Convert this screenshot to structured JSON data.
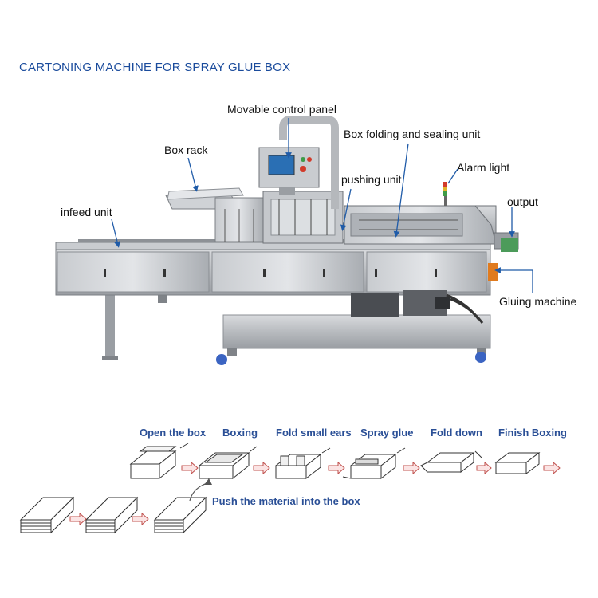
{
  "title": "CARTONING MACHINE FOR SPRAY GLUE BOX",
  "callouts": {
    "control_panel": "Movable control panel",
    "box_rack": "Box rack",
    "folding_unit": "Box folding and sealing unit",
    "alarm_light": "Alarm light",
    "pushing_unit": "pushing unit",
    "infeed_unit": "infeed unit",
    "output": "output",
    "gluing_machine": "Gluing machine"
  },
  "steps": [
    {
      "label": "Open the box"
    },
    {
      "label": "Boxing"
    },
    {
      "label": "Fold small ears"
    },
    {
      "label": "Spray glue"
    },
    {
      "label": "Fold down"
    },
    {
      "label": "Finish Boxing"
    }
  ],
  "push_label": "Push the material into the box",
  "colors": {
    "title": "#1a4b9c",
    "step_label": "#2a4f96",
    "arrow": "#c0504d",
    "callout_line": "#1f5ba8",
    "steel": "#b9bcc0"
  }
}
